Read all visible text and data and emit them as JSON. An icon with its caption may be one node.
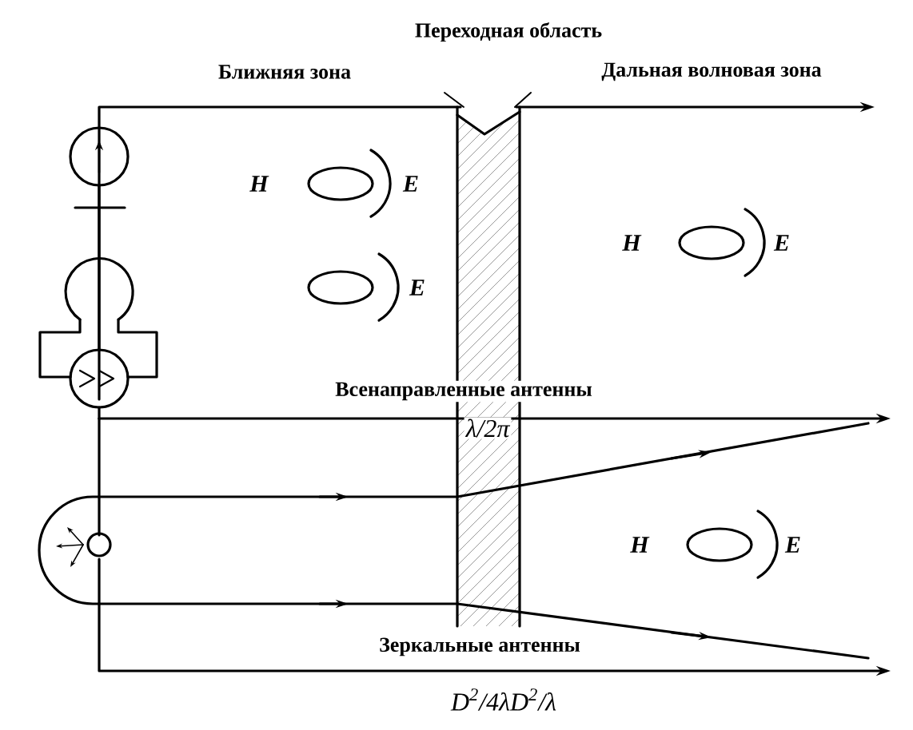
{
  "diagram": {
    "labels": [
      "Переходная область",
      "Ближняя зона",
      "Дальная волновая зона",
      "H",
      "E",
      "H",
      "E",
      "E",
      "Всенаправленные антенны",
      "λ/2π",
      "H",
      "E",
      "Зеркальные  антенны",
      "D$^{2}$/4λD$^{2}$/λ"
    ]
  }
}
